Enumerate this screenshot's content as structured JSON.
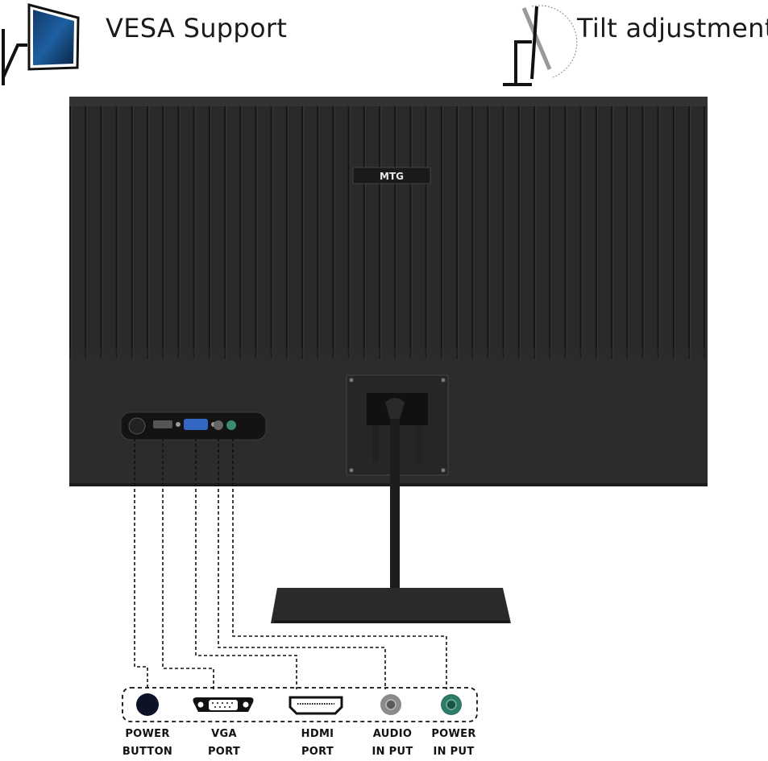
{
  "header": {
    "vesa_label": "VESA Support",
    "tilt_label": "Tilt adjustment"
  },
  "monitor": {
    "brand_logo": "MTG",
    "body_color": "#2b2b2b",
    "rib_color": "#1f1f1f"
  },
  "ports": [
    {
      "id": "power-button",
      "line1": "POWER",
      "line2": "BUTTON",
      "icon": "power-button-icon"
    },
    {
      "id": "vga-port",
      "line1": "VGA",
      "line2": "PORT",
      "icon": "vga-connector-icon"
    },
    {
      "id": "hdmi-port",
      "line1": "HDMI",
      "line2": "PORT",
      "icon": "hdmi-connector-icon"
    },
    {
      "id": "audio-input",
      "line1": "AUDIO",
      "line2": "IN PUT",
      "icon": "audio-jack-icon"
    },
    {
      "id": "power-input",
      "line1": "POWER",
      "line2": "IN PUT",
      "icon": "dc-power-jack-icon"
    }
  ],
  "colors": {
    "audio_jack": "#8a8a8a",
    "power_jack": "#2f7a66",
    "power_button": "#0e1226"
  }
}
